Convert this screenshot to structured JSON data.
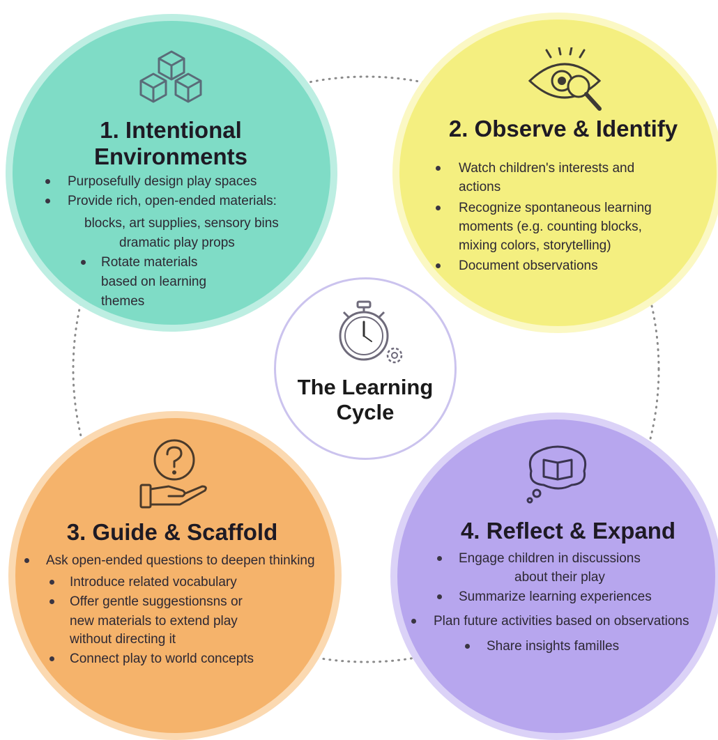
{
  "hub": {
    "title": "The Learning\nCycle",
    "icon": "stopwatch-gear-icon"
  },
  "quadrants": [
    {
      "title": "1. Intentional\nEnvironments",
      "icon": "cubes-icon",
      "color": "#7fdcc6",
      "bullets": [
        "Purposefully design play spaces",
        "Provide rich, open-ended materials:",
        "blocks, art supplies, sensory bins",
        "dramatic play props",
        "Rotate materials",
        "based on learning",
        "themes"
      ]
    },
    {
      "title": "2. Observe & Identify",
      "icon": "eye-magnifier-icon",
      "color": "#f4ef80",
      "bullets": [
        "Watch children's interests and",
        "actions",
        "Recognize spontaneous learning",
        "moments (e.g. counting blocks,",
        "mixing colors, storytelling)",
        "Document observations"
      ]
    },
    {
      "title": "3. Guide & Scaffold",
      "icon": "hand-question-icon",
      "color": "#f5b36b",
      "bullets": [
        "Ask open-ended questions to deepen thinking",
        "Introduce related vocabulary",
        "Offer gentle suggestionsns or",
        "new materials to extend play",
        "without directing it",
        "Connect play to world concepts"
      ]
    },
    {
      "title": "4. Reflect & Expand",
      "icon": "book-thought-icon",
      "color": "#b7a6ee",
      "bullets": [
        "Engage children in discussions",
        "about their play",
        "Summarize learning experiences",
        "Plan future activities based on observations",
        "Share insights familles"
      ]
    }
  ]
}
